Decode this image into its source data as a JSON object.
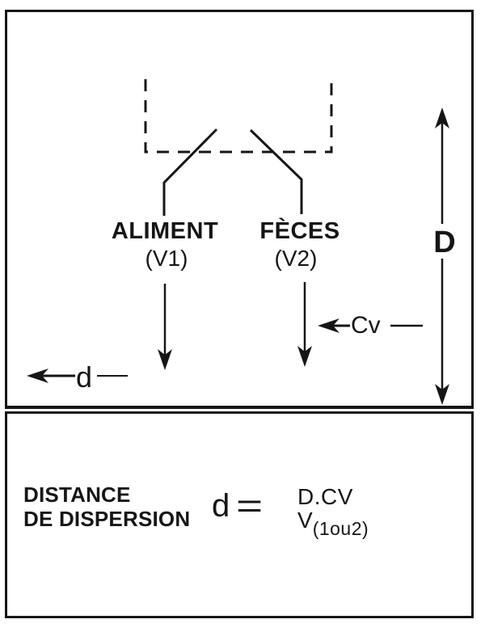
{
  "colors": {
    "ink": "#161616",
    "paper": "#ffffff"
  },
  "top_panel": {
    "aliment_label": "ALIMENT",
    "aliment_var": "(V1)",
    "feces_label": "FÈCES",
    "feces_var": "(V2)",
    "depth_label": "D",
    "cv_label": "Cv",
    "d_label": "d"
  },
  "bottom_panel": {
    "caption_line1": "DISTANCE",
    "caption_line2": "DE DISPERSION",
    "formula_lhs": "d",
    "formula_equals": "=",
    "formula_numerator": "D.CV",
    "formula_denominator_base": "V",
    "formula_denominator_sub": "(1ou2)"
  }
}
